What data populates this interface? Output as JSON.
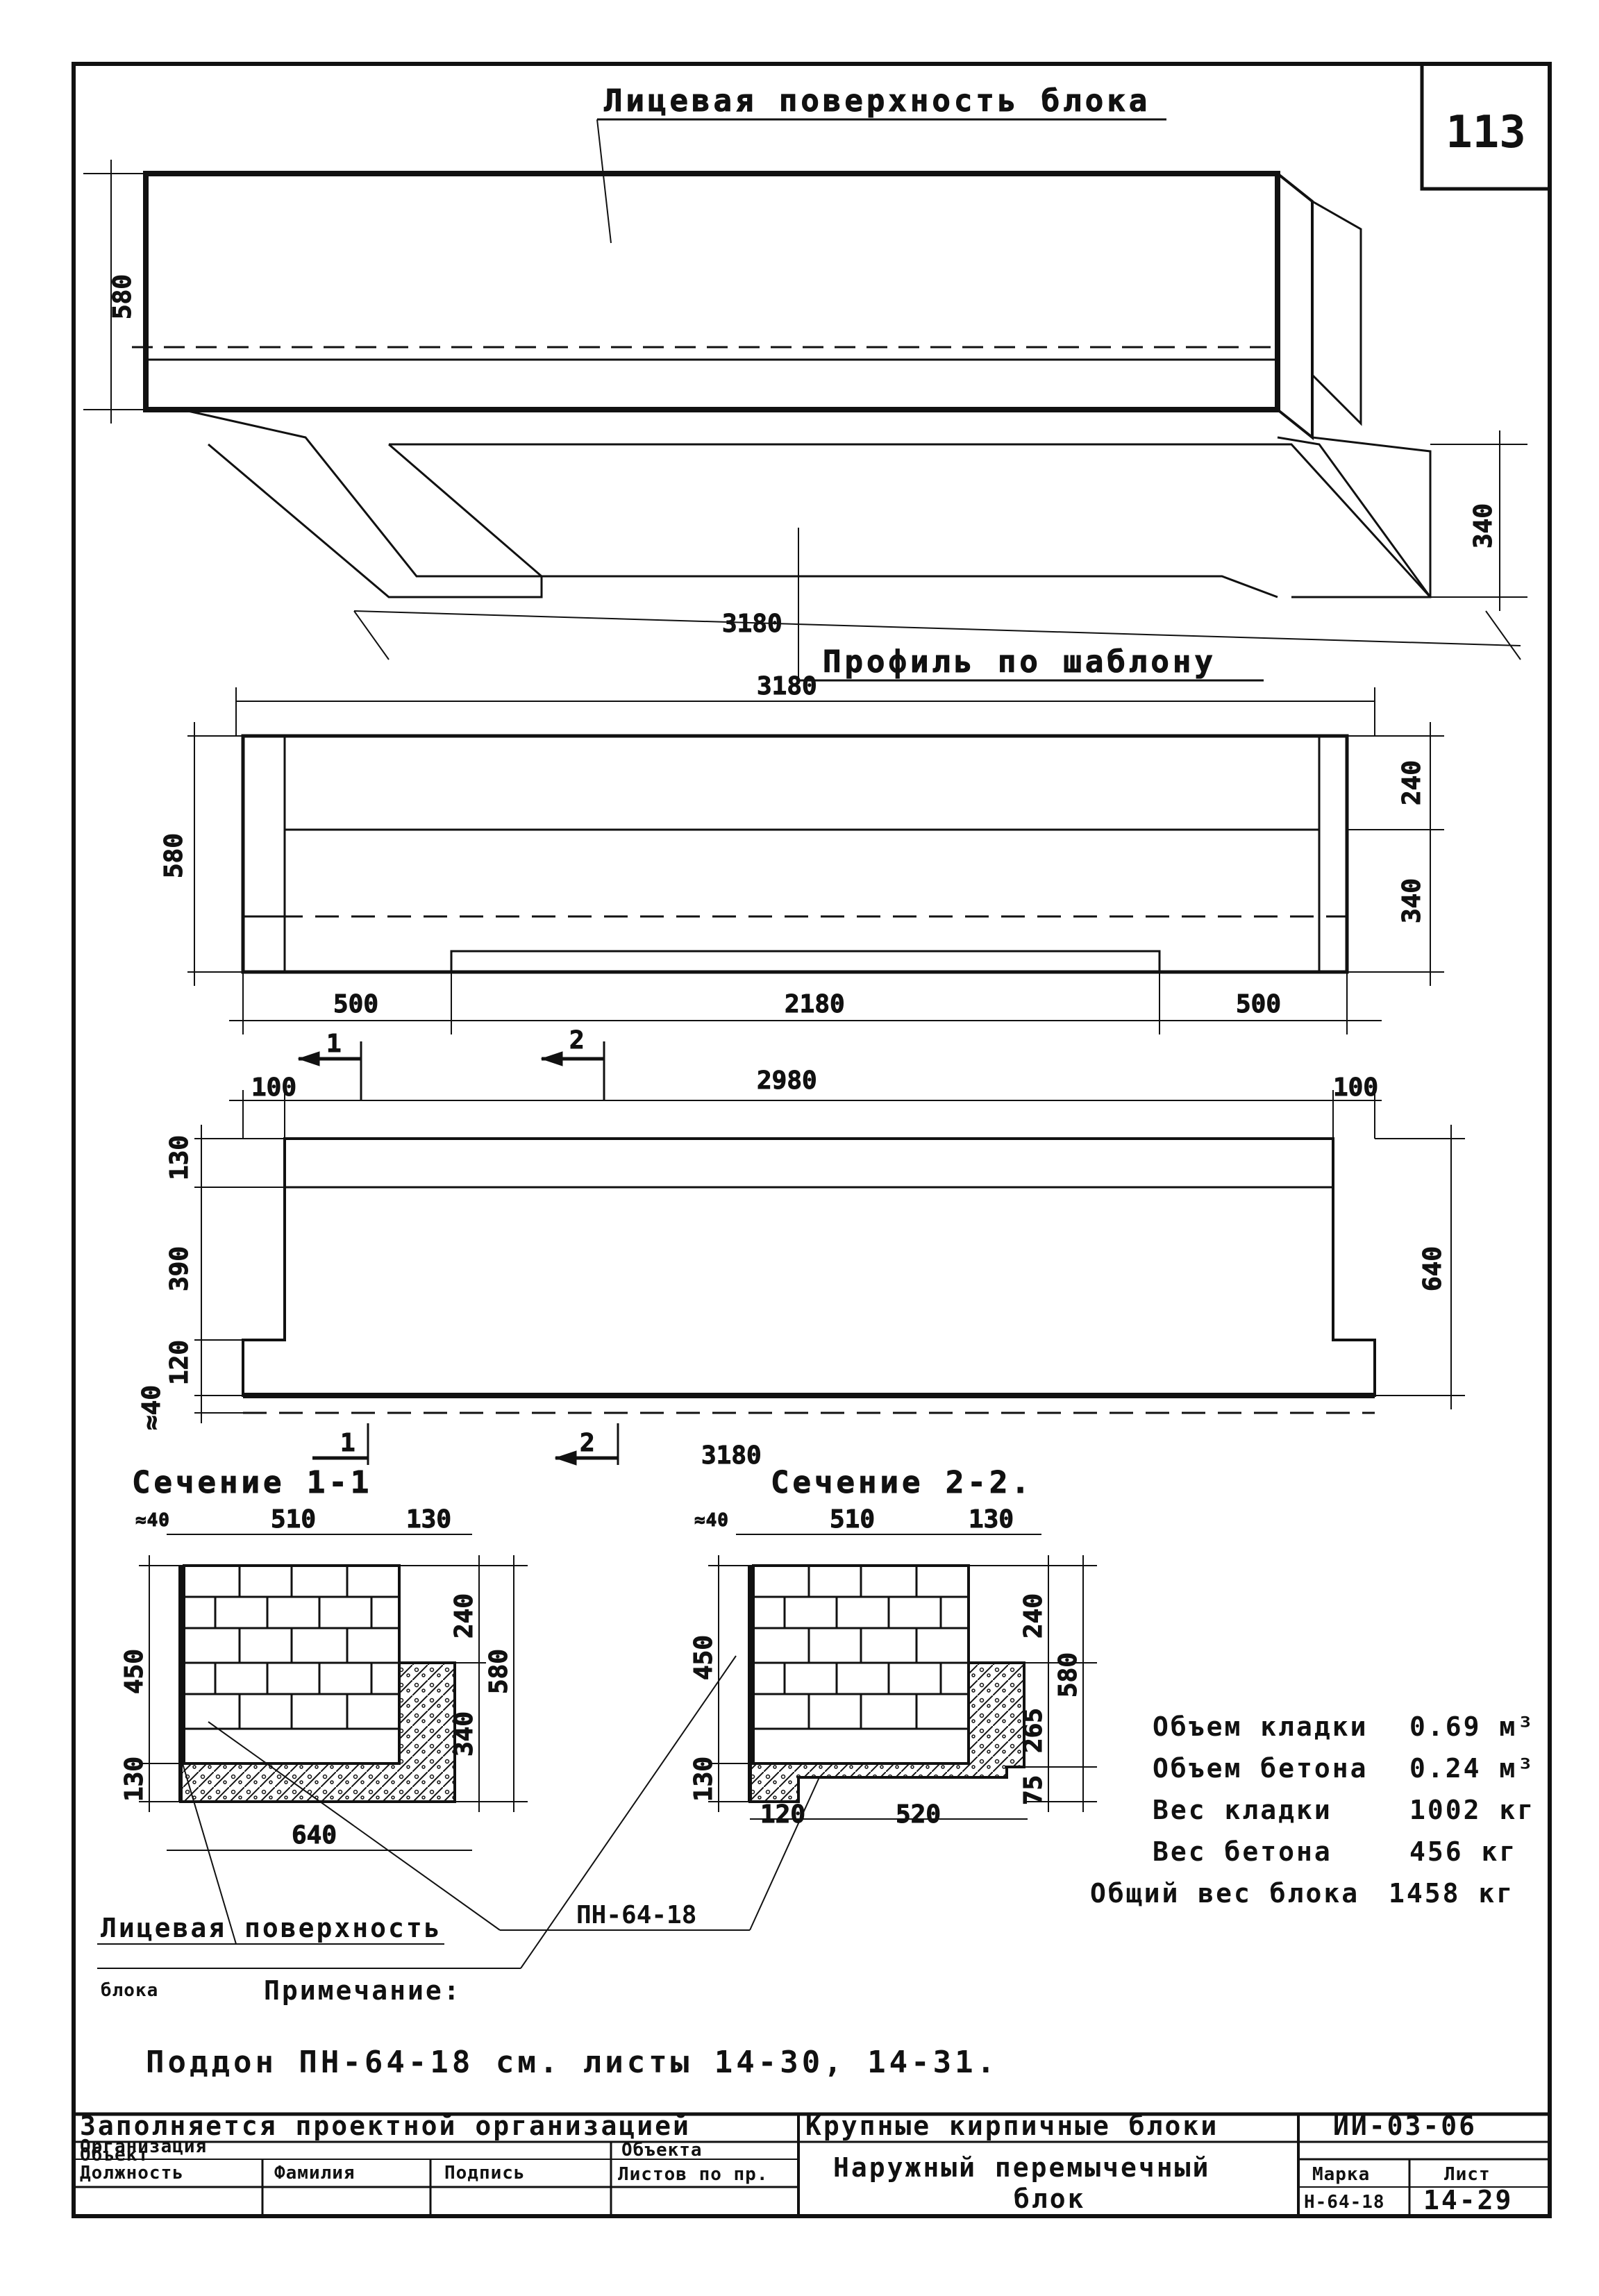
{
  "sheet_number": "113",
  "top_view": {
    "face_label": "Лицевая поверхность блока",
    "profile_label": "Профиль по шаблону",
    "dim_height": "580",
    "dim_depth": "340",
    "dim_length": "3180"
  },
  "elevation": {
    "dim_total": "3180",
    "dim_height": "580",
    "dim_upper": "240",
    "dim_lower": "340",
    "dim_left": "500",
    "dim_mid": "2180",
    "dim_right": "500",
    "mark_1": "1",
    "mark_2": "2"
  },
  "plan": {
    "dim_left": "100",
    "dim_mid": "2980",
    "dim_right": "100",
    "dim_130": "130",
    "dim_390": "390",
    "dim_120": "120",
    "dim_40": "≈40",
    "dim_640": "640",
    "dim_bottom": "3180",
    "mark_1": "1",
    "mark_2": "2"
  },
  "section_1": {
    "title": "Сечение 1-1",
    "dims": [
      "≈40",
      "510",
      "130",
      "450",
      "240",
      "580",
      "340",
      "130",
      "640"
    ]
  },
  "section_2": {
    "title": "Сечение 2-2.",
    "dims": [
      "≈40",
      "510",
      "130",
      "450",
      "240",
      "580",
      "265",
      "130",
      "75",
      "120",
      "520"
    ]
  },
  "leader_label": "ПН-64-18",
  "face_note_line1": "Лицевая поверхность",
  "face_note_line2": "блока",
  "note_heading": "Примечание:",
  "note_text": "Поддон ПН-64-18 см. листы 14-30, 14-31.",
  "properties": [
    {
      "label": "Объем кладки",
      "value": "0.69 м³"
    },
    {
      "label": "Объем бетона",
      "value": "0.24 м³"
    },
    {
      "label": "Вес кладки",
      "value": "1002 кг"
    },
    {
      "label": "Вес бетона",
      "value": "456 кг"
    },
    {
      "label": "Общий вес блока",
      "value": "1458 кг"
    }
  ],
  "title_block": {
    "filled_by": "Заполняется проектной организацией",
    "organization": "Организация",
    "object": "Объект",
    "position": "Должность",
    "surname": "Фамилия",
    "signature": "Подпись",
    "objects": "Объекта",
    "sheets": "Листов по пр.",
    "series_title": "Крупные кирпичные блоки",
    "series_code": "ИИ-03-06",
    "drawing_title_1": "Наружный перемычечный",
    "drawing_title_2": "блок",
    "mark_label": "Марка",
    "mark_value": "Н-64-18",
    "sheet_label": "Лист",
    "sheet_value": "14-29"
  }
}
